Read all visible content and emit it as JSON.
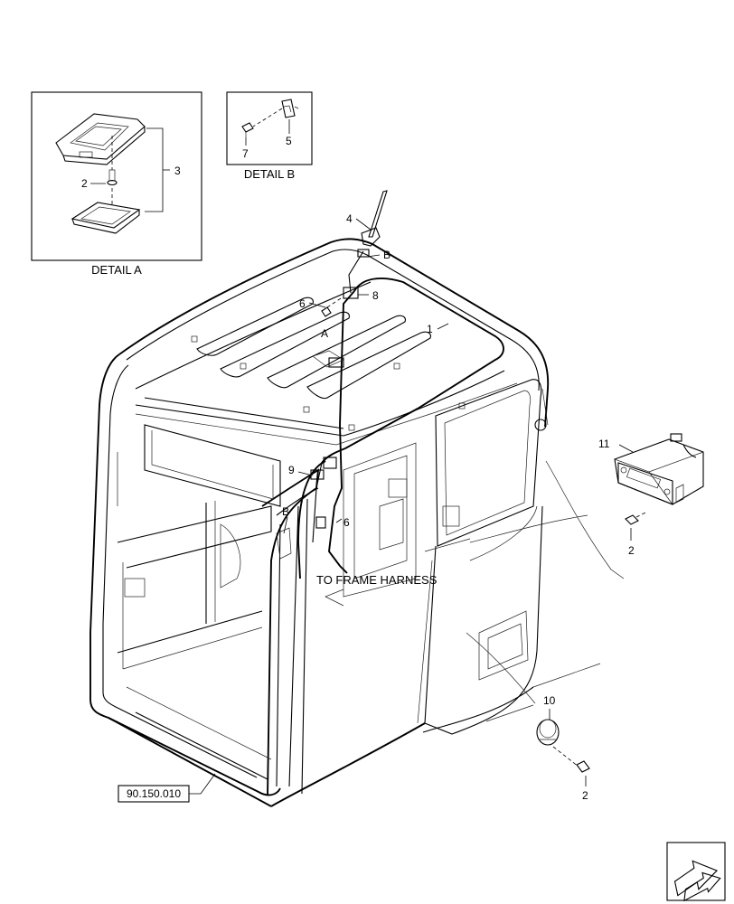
{
  "details": {
    "a": {
      "caption": "DETAIL A",
      "callouts": {
        "c3": "3",
        "c2": "2"
      }
    },
    "b": {
      "caption": "DETAIL B",
      "callouts": {
        "c7": "7",
        "c5": "5"
      }
    }
  },
  "callouts": {
    "c4": "4",
    "cB_top": "B",
    "c6_top": "6",
    "c8": "8",
    "cA": "A",
    "c1": "1",
    "c9": "9",
    "cB_left": "B",
    "c6_bottom": "6",
    "c11": "11",
    "c2_radio": "2",
    "c10": "10",
    "c2_speaker": "2"
  },
  "note_harness": "TO FRAME HARNESS",
  "reference_box": "90.150.010",
  "nav_icon": "arrow-back-icon"
}
